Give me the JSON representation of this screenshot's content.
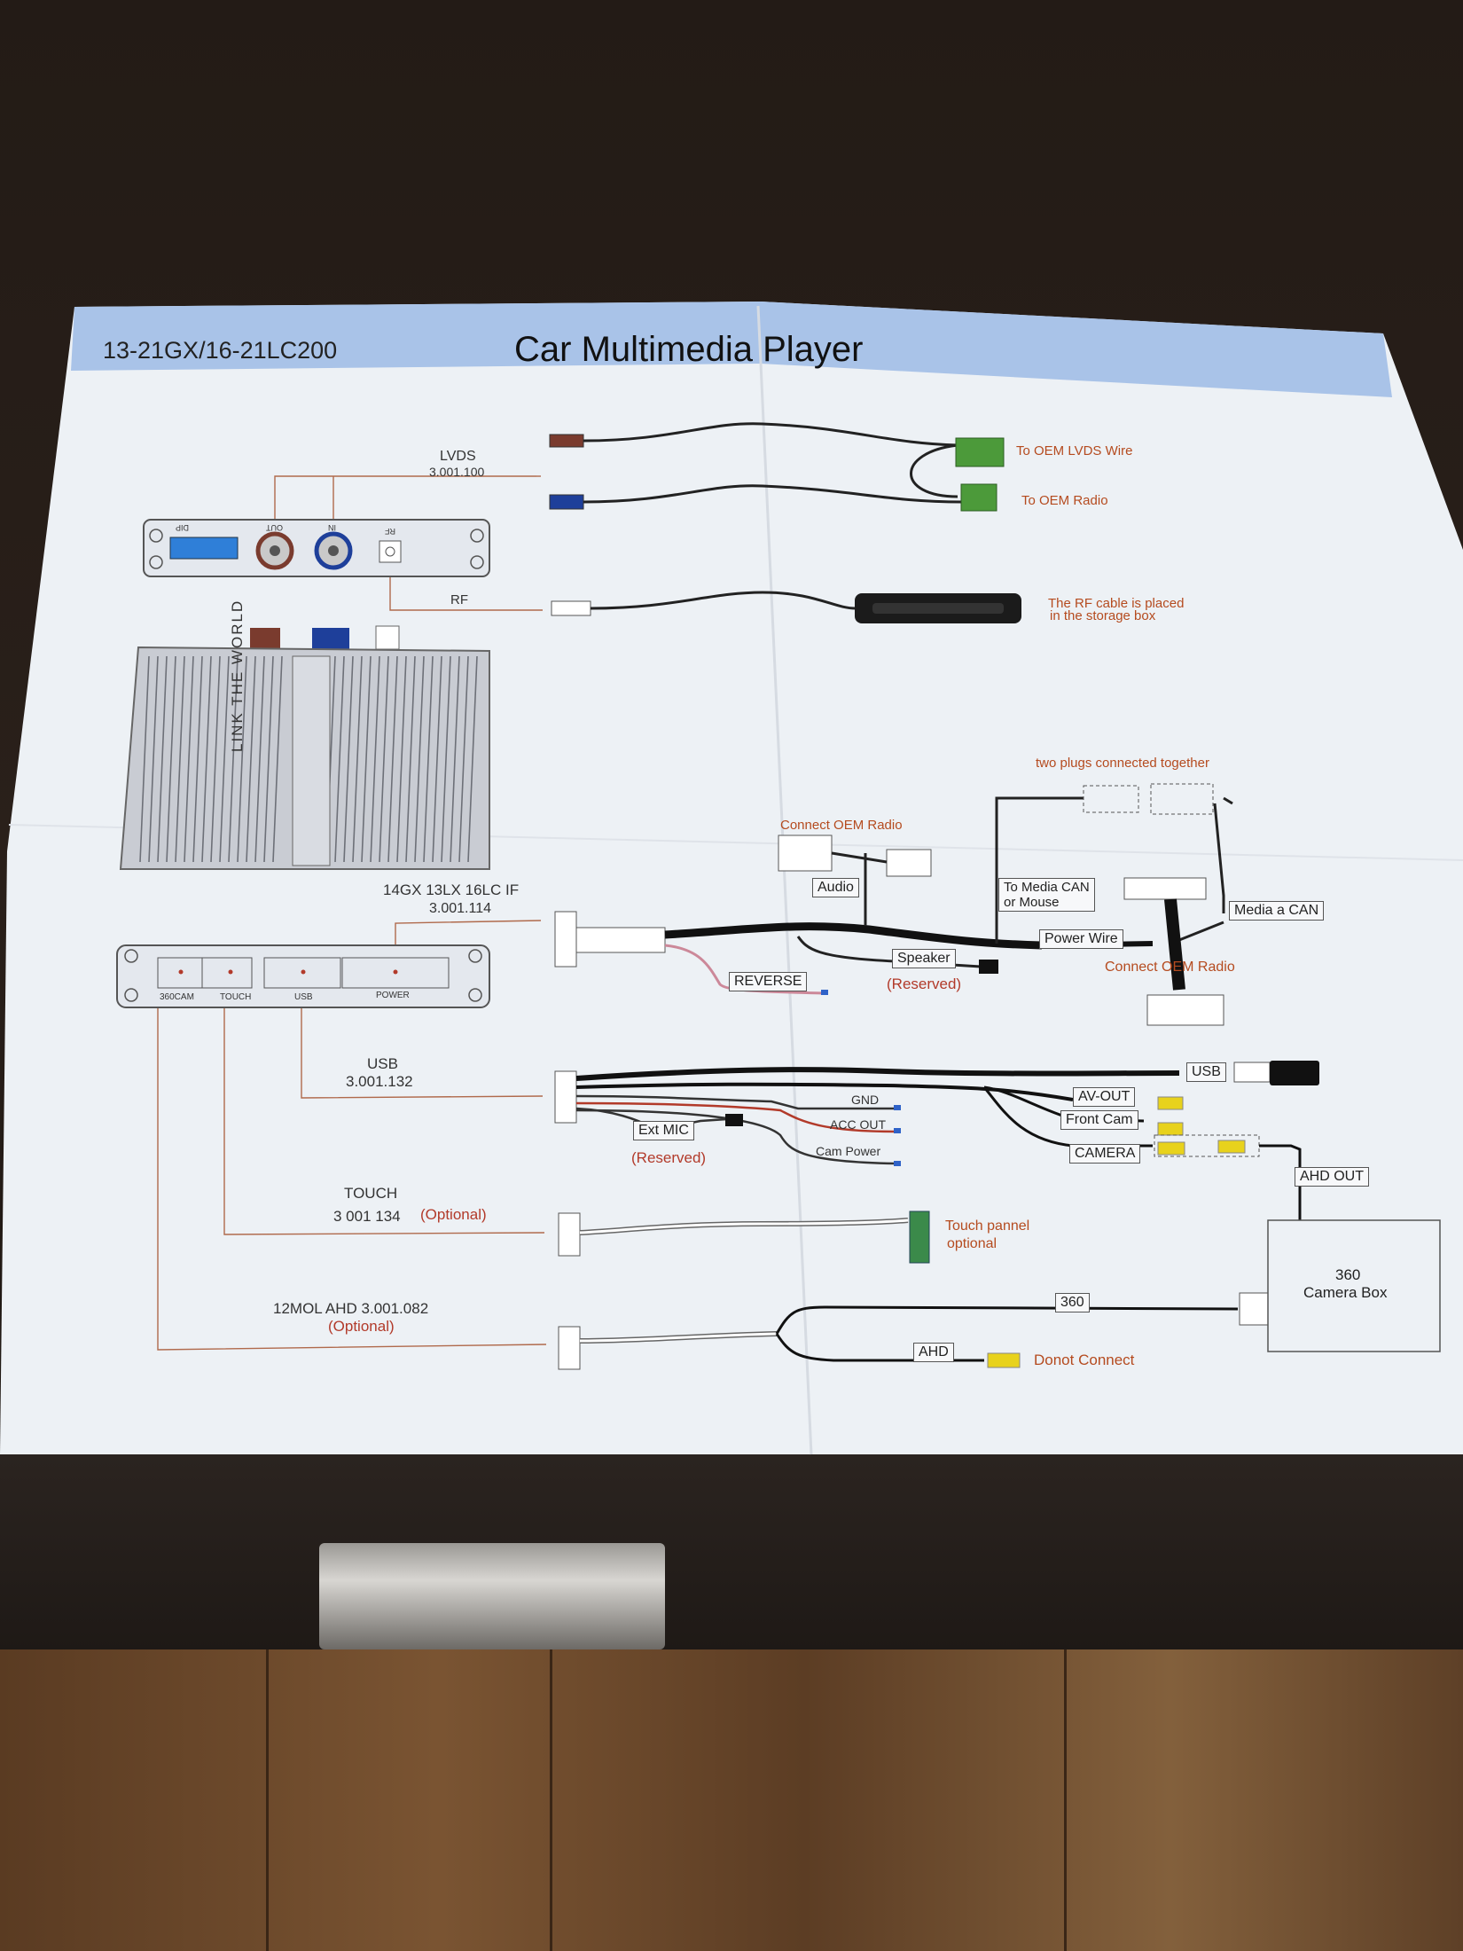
{
  "header": {
    "model": "13-21GX/16-21LC200",
    "title": "Car Multimedia Player"
  },
  "lvds": {
    "label": "LVDS",
    "part": "3.001.100",
    "to_wire": "To OEM LVDS Wire",
    "to_radio": "To OEM Radio"
  },
  "rf": {
    "label": "RF",
    "note_line1": "The RF cable is placed",
    "note_line2": "in the storage box"
  },
  "device_panel": {
    "dip": "DIP",
    "out": "OUT",
    "in": "IN",
    "rf": "RF"
  },
  "brand_text": "LINK THE WORLD",
  "main_harness": {
    "label": "14GX 13LX 16LC IF",
    "part": "3.001.114",
    "connect_oem_radio_top": "Connect OEM Radio",
    "audio": "Audio",
    "two_plugs": "two plugs connected together",
    "media_can_mouse_line1": "To Media CAN",
    "media_can_mouse_line2": "or Mouse",
    "power_wire": "Power Wire",
    "media_a_can": "Media a CAN",
    "connect_oem_radio_bottom": "Connect OEM Radio",
    "speaker": "Speaker",
    "reserved": "(Reserved)",
    "reverse": "REVERSE"
  },
  "port_panel": {
    "p360cam": "360CAM",
    "touch": "TOUCH",
    "usb": "USB",
    "power": "POWER"
  },
  "usb_harness": {
    "label": "USB",
    "part": "3.001.132",
    "usb": "USB",
    "gnd": "GND",
    "acc_out": "ACC OUT",
    "cam_power": "Cam Power",
    "ext_mic": "Ext MIC",
    "reserved": "(Reserved)",
    "av_out": "AV-OUT",
    "front_cam": "Front Cam",
    "camera": "CAMERA",
    "ahd_out": "AHD OUT"
  },
  "touch_harness": {
    "label": "TOUCH",
    "part": "3 001 134",
    "optional": "(Optional)",
    "touch_panel": "Touch pannel",
    "touch_optional": "optional"
  },
  "ahd_harness": {
    "label": "12MOL  AHD 3.001.082",
    "optional": "(Optional)",
    "c360": "360",
    "ahd": "AHD",
    "donot_connect": "Donot Connect",
    "camera_box_line1": "360",
    "camera_box_line2": "Camera  Box"
  },
  "colors": {
    "header_band": "#a9c3e8",
    "paper": "#edf1f5",
    "leader_line": "#b06a4c",
    "annotation": "#b54b1f",
    "connector_green": "#4c9a3a",
    "lvds_brown": "#7a3b2e",
    "lvds_blue": "#1e3f9a",
    "rca_yellow": "#e8d21c"
  }
}
